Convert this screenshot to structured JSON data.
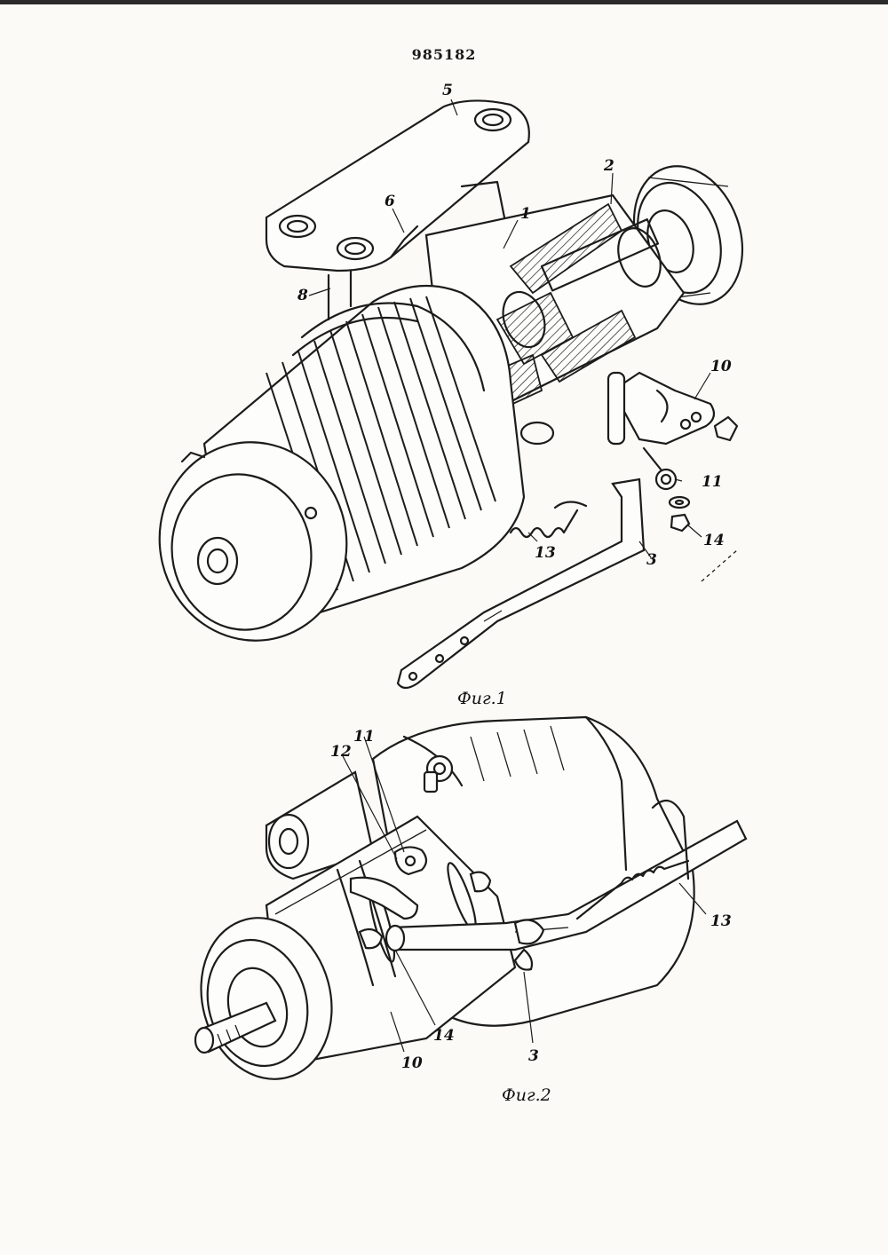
{
  "document": {
    "number": "985182"
  },
  "figure1": {
    "caption": "Фиг.1",
    "labels": [
      "5",
      "6",
      "2",
      "1",
      "8",
      "10",
      "11",
      "13",
      "3",
      "14"
    ]
  },
  "figure2": {
    "caption": "Фиг.2",
    "labels": [
      "11",
      "12",
      "13",
      "14",
      "10",
      "3"
    ]
  }
}
